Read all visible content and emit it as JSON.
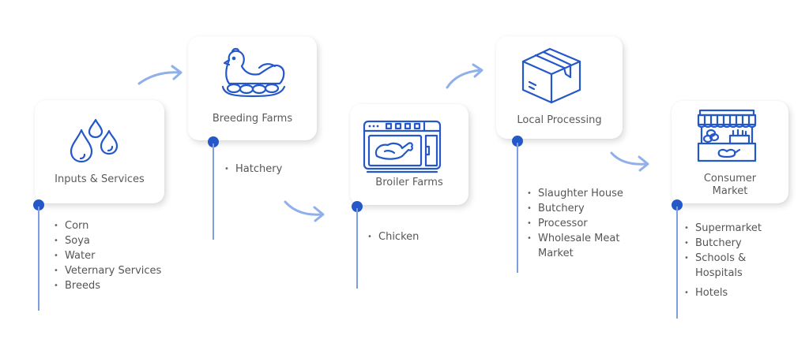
{
  "colors": {
    "accent": "#2458c9",
    "line": "#7b9fe0",
    "arrow": "#8fb0ea",
    "text": "#555555"
  },
  "stages": [
    {
      "title": "Inputs & Services",
      "icon": "water-drops-icon",
      "items": [
        "Corn",
        "Soya",
        "Water",
        "Veternary Services",
        "Breeds"
      ]
    },
    {
      "title": "Breeding Farms",
      "icon": "hen-on-eggs-icon",
      "items": [
        "Hatchery"
      ]
    },
    {
      "title": "Broiler Farms",
      "icon": "oven-chicken-icon",
      "items": [
        "Chicken"
      ]
    },
    {
      "title": "Local Processing",
      "icon": "package-box-icon",
      "items": [
        "Slaughter House",
        "Butchery",
        "Processor",
        "Wholesale Meat Market"
      ]
    },
    {
      "title_line1": "Consumer",
      "title_line2": "Market",
      "icon": "market-stall-icon",
      "items": [
        "Supermarket",
        "Butchery",
        "Schools & Hospitals",
        "Hotels"
      ]
    }
  ]
}
